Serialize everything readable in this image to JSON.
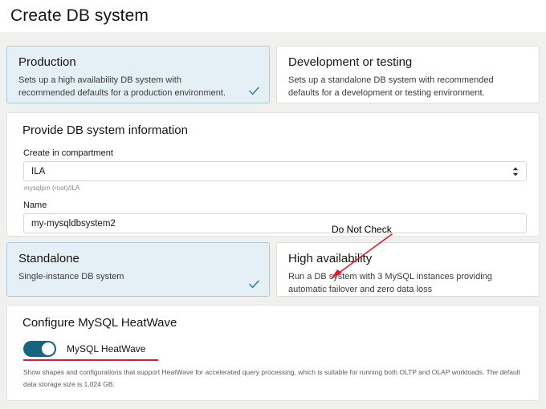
{
  "page": {
    "title": "Create DB system"
  },
  "colors": {
    "accent_blue": "#16647f",
    "selected_card_bg": "#e4f0f5",
    "selected_card_border": "#a8cedd",
    "check_blue": "#2a7fa0",
    "annotation_red": "#e8192c",
    "canvas_bg": "#f0f0ef"
  },
  "environment_cards": [
    {
      "id": "production",
      "title": "Production",
      "description": "Sets up a high availability DB system with recommended defaults for a production environment.",
      "selected": true,
      "check_icon": "check-icon"
    },
    {
      "id": "development-or-testing",
      "title": "Development or testing",
      "description": "Sets up a standalone DB system with recommended defaults for a development or testing environment.",
      "selected": false
    }
  ],
  "db_info": {
    "section_title": "Provide DB system information",
    "compartment": {
      "label": "Create in compartment",
      "value": "ILA",
      "helper": "mysqlpm (root)/ILA",
      "stepper_icon": "chevron-up-down-icon"
    },
    "name": {
      "label": "Name",
      "value": "my-mysqldbsystem2"
    }
  },
  "topology_cards": [
    {
      "id": "standalone",
      "title": "Standalone",
      "description": "Single-instance DB system",
      "selected": true,
      "check_icon": "check-icon"
    },
    {
      "id": "high-availability",
      "title": "High availability",
      "description": "Run a DB system with 3 MySQL instances providing automatic failover and zero data loss",
      "selected": false
    }
  ],
  "heatwave": {
    "section_title": "Configure MySQL HeatWave",
    "toggle_label": "MySQL HeatWave",
    "toggle_on": true,
    "description": "Show shapes and configurations that support HeatWave for accelerated query processing, which is suitable for running both OLTP and OLAP workloads. The default data storage size is 1,024 GB."
  },
  "annotation": {
    "label": "Do Not Check",
    "arrow_icon": "arrow-down-left-icon"
  }
}
